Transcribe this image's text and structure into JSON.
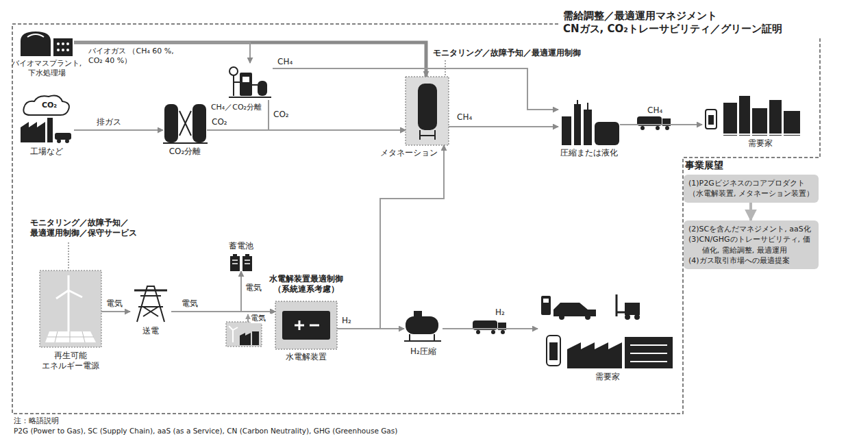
{
  "diagram": {
    "nodes": [
      {
        "text": [
          "需給調整／最適運用マネジメント",
          "CNガス, CO₂トレーサビリティ／グリーン証明"
        ]
      },
      {
        "text": [
          "バイオマスプラント, 下水処理場"
        ],
        "in": 0
      },
      {
        "text": [
          "CO₂",
          "工場など"
        ],
        "in": 0
      },
      {
        "text": [
          "CO₂分離"
        ],
        "in": 0
      },
      {
        "text": [
          "CH₄／CO₂分離"
        ],
        "in": 0
      },
      {
        "text": [
          "メタネーション"
        ],
        "in": 0
      },
      {
        "text": [
          "圧縮または液化"
        ],
        "in": 0
      },
      {
        "text": [
          "需要家"
        ],
        "in": 0
      },
      {
        "text": [
          "再生可能 エネルギー電源"
        ],
        "in": 0
      },
      {
        "text": [
          "送電"
        ],
        "in": 0
      },
      {
        "text": [
          "蓄電池"
        ],
        "in": 0
      },
      {
        "text": [
          "水電解装置最適制御 （系統連系考慮）",
          "水電解装置"
        ],
        "in": 0
      },
      {
        "text": [
          "H₂圧縮"
        ],
        "in": 0
      },
      {
        "text": [
          "需要家"
        ],
        "in": 0
      },
      {
        "text": [
          "(1)P2Gビジネスのコアプロダクト （水電解装置, メタネーション装置）"
        ]
      },
      {
        "text": [
          "(2)SCを含んだマネジメント, aaS化",
          "(3)CN/GHGのトレーサビリティ, 価値化, 需給調整, 最適運用",
          "(4)ガス取引市場への最適提案"
        ]
      }
    ],
    "edges": [
      {
        "from": 1,
        "to": 5,
        "arrow": "to",
        "label": "バイオガス （CH₄ 60 %, CO₂ 40 %）"
      },
      {
        "from": 1,
        "to": 4,
        "arrow": "to"
      },
      {
        "from": 4,
        "to": 6,
        "arrow": "to",
        "label": "CH₄"
      },
      {
        "from": 4,
        "to": 5,
        "arrow": "to",
        "label": "CO₂"
      },
      {
        "from": 2,
        "to": 3,
        "arrow": "to",
        "label": "排ガス"
      },
      {
        "from": 3,
        "to": 5,
        "arrow": "to",
        "label": "CO₂"
      },
      {
        "from": 5,
        "to": 6,
        "arrow": "to",
        "label": "CH₄"
      },
      {
        "from": 6,
        "to": 7,
        "arrow": "to",
        "label": "CH₄"
      },
      {
        "from": 8,
        "to": 9,
        "arrow": "to",
        "label": "電気"
      },
      {
        "from": 9,
        "to": 11,
        "arrow": "to",
        "label": "電気"
      },
      {
        "from": 10,
        "to": 11,
        "arrow": "both",
        "label": "電気"
      },
      {
        "from": 11,
        "to": 12,
        "arrow": "to",
        "label": "H₂"
      },
      {
        "from": 11,
        "to": 5,
        "arrow": "to"
      },
      {
        "from": 12,
        "to": 13,
        "arrow": "to",
        "label": "H₂"
      },
      {
        "from": 14,
        "to": 15,
        "arrow": "to"
      }
    ],
    "labels": [
      "モニタリング／故障予知／最適運用制御",
      "モニタリング／故障予知／ 最適運用制御／保守サービス",
      "電気",
      "事業展望",
      "注：略語説明",
      "P2G (Power to Gas), SC (Supply Chain), aaS (as a Service), CN (Carbon Neutrality), GHG (Greenhouse Gas)"
    ]
  }
}
